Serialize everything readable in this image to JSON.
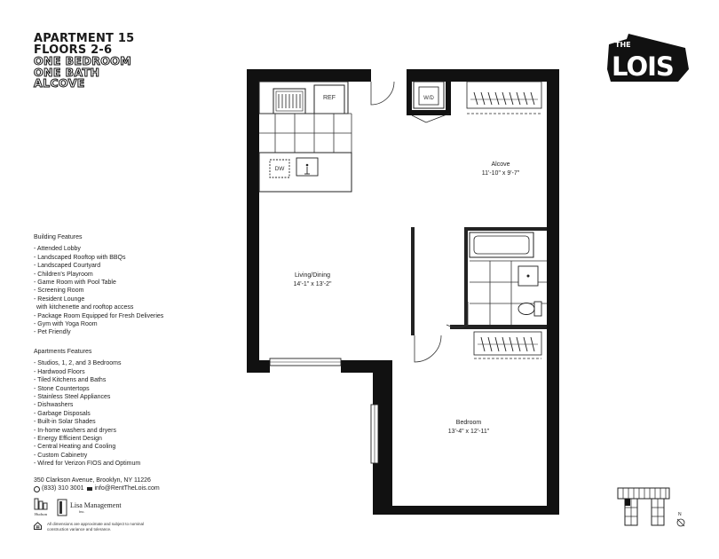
{
  "title": {
    "line1": "APARTMENT 15",
    "line2": "FLOORS 2-6",
    "line3": "ONE BEDROOM",
    "line4": "ONE BATH",
    "line5": "ALCOVE"
  },
  "building": {
    "heading": "Building Features",
    "items": [
      "- Attended Lobby",
      "- Landscaped Rooftop with BBQs",
      "- Landscaped Courtyard",
      "- Children's Playroom",
      "- Game Room with Pool Table",
      "- Screening Room",
      "- Resident Lounge",
      "  with kitchenette and rooftop access",
      "- Package Room Equipped for Fresh Deliveries",
      "- Gym with Yoga Room",
      "- Pet Friendly"
    ]
  },
  "apartment": {
    "heading": "Apartments Features",
    "items": [
      "- Studios, 1, 2, and 3 Bedrooms",
      "- Hardwood Floors",
      "- Tiled Kitchens and Baths",
      "- Stone Countertops",
      "- Stainless Steel Appliances",
      "- Dishwashers",
      "- Garbage Disposals",
      "- Built-in Solar Shades",
      "- In-home washers and dryers",
      "- Energy Efficient Design",
      "- Central Heating and Cooling",
      "- Custom Cabinetry",
      "- Wired for Verizon FIOS and Optimum"
    ]
  },
  "contact": {
    "address": "350 Clarkson Avenue, Brooklyn, NY 11226",
    "phone": "(833) 310 3001",
    "email": "info@RentTheLois.com"
  },
  "footer": {
    "hudson": "Hudson",
    "management": "Lisa Management",
    "management_sub": "Inc.",
    "disclaimer_line1": "All dimensions are approximate and subject to nominal",
    "disclaimer_line2": "construction variance and tolerance."
  },
  "logo": {
    "the": "THE",
    "name": "LOIS"
  },
  "plan": {
    "ref": "REF",
    "dw": "DW",
    "wd": "W/D",
    "living_name": "Living/Dining",
    "living_dims": "14'-1\" x 13'-2\"",
    "alcove_name": "Alcove",
    "alcove_dims": "11'-10\" x 9'-7\"",
    "bedroom_name": "Bedroom",
    "bedroom_dims": "13'-4\" x 12'-11\""
  },
  "compass": {
    "label": "N"
  }
}
